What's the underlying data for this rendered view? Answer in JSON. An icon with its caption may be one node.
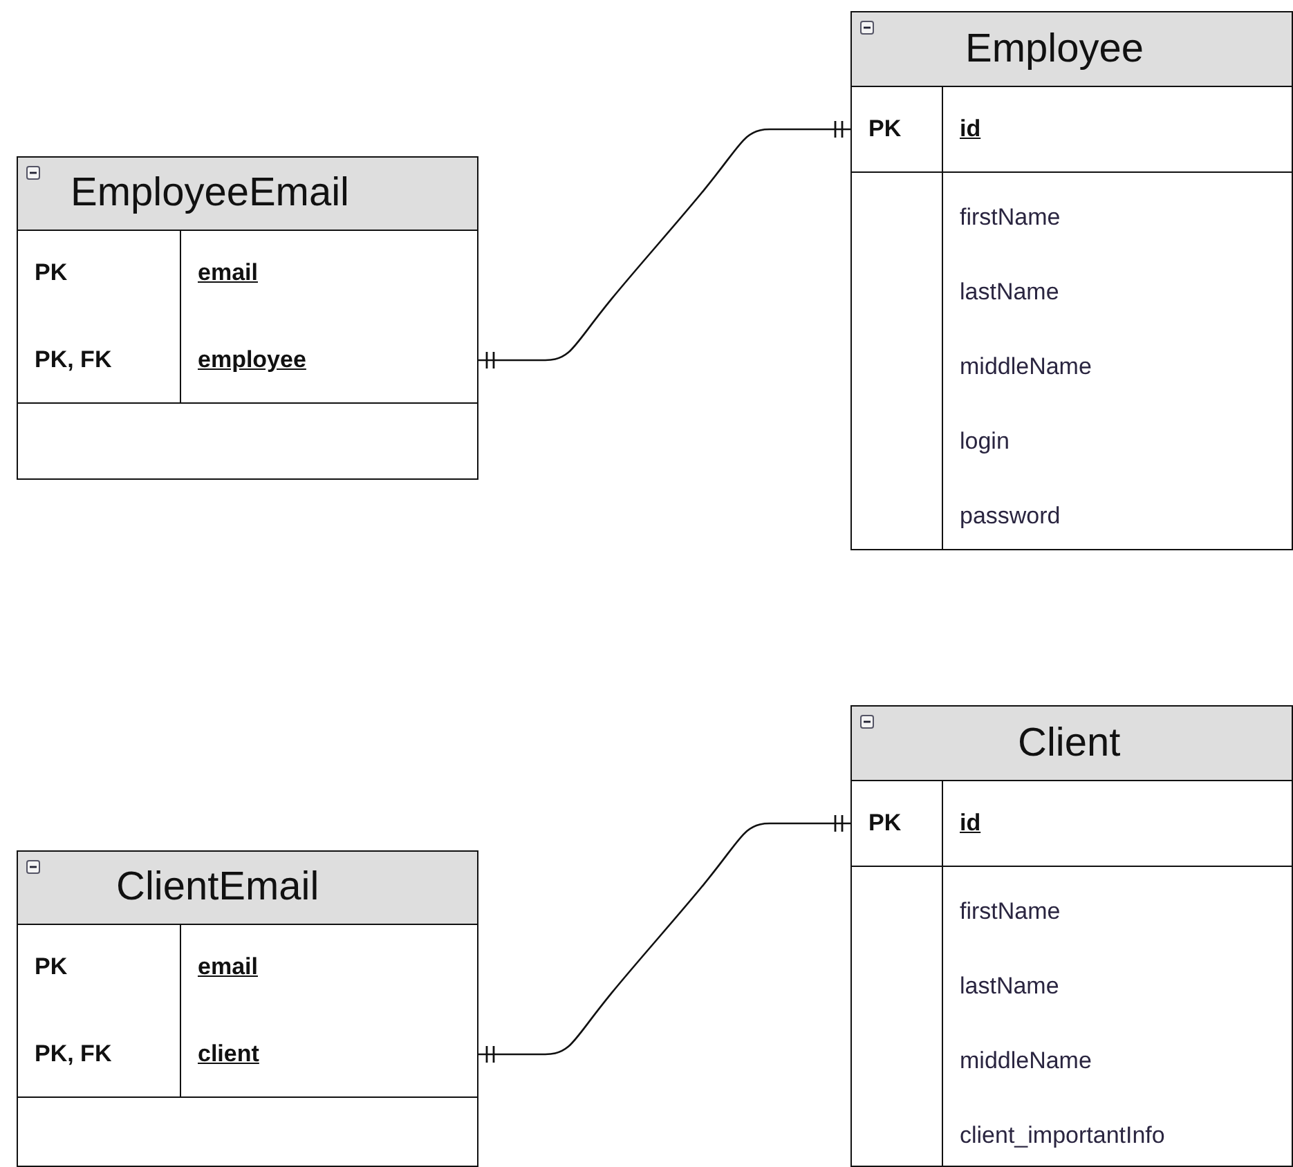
{
  "diagram": {
    "nodes": [
      {
        "text": [
          "EmployeeEmail",
          "PK",
          "email",
          "PK, FK",
          "employee"
        ]
      },
      {
        "text": [
          "Employee",
          "PK",
          "id",
          "firstName",
          "lastName",
          "middleName",
          "login",
          "password"
        ]
      },
      {
        "text": [
          "ClientEmail",
          "PK",
          "email",
          "PK, FK",
          "client"
        ]
      },
      {
        "text": [
          "Client",
          "PK",
          "id",
          "firstName",
          "lastName",
          "middleName",
          "client_importantInfo"
        ]
      }
    ],
    "edges": [
      {
        "from": 0,
        "to": 1,
        "arrow": "other"
      },
      {
        "from": 2,
        "to": 3,
        "arrow": "other"
      }
    ]
  }
}
